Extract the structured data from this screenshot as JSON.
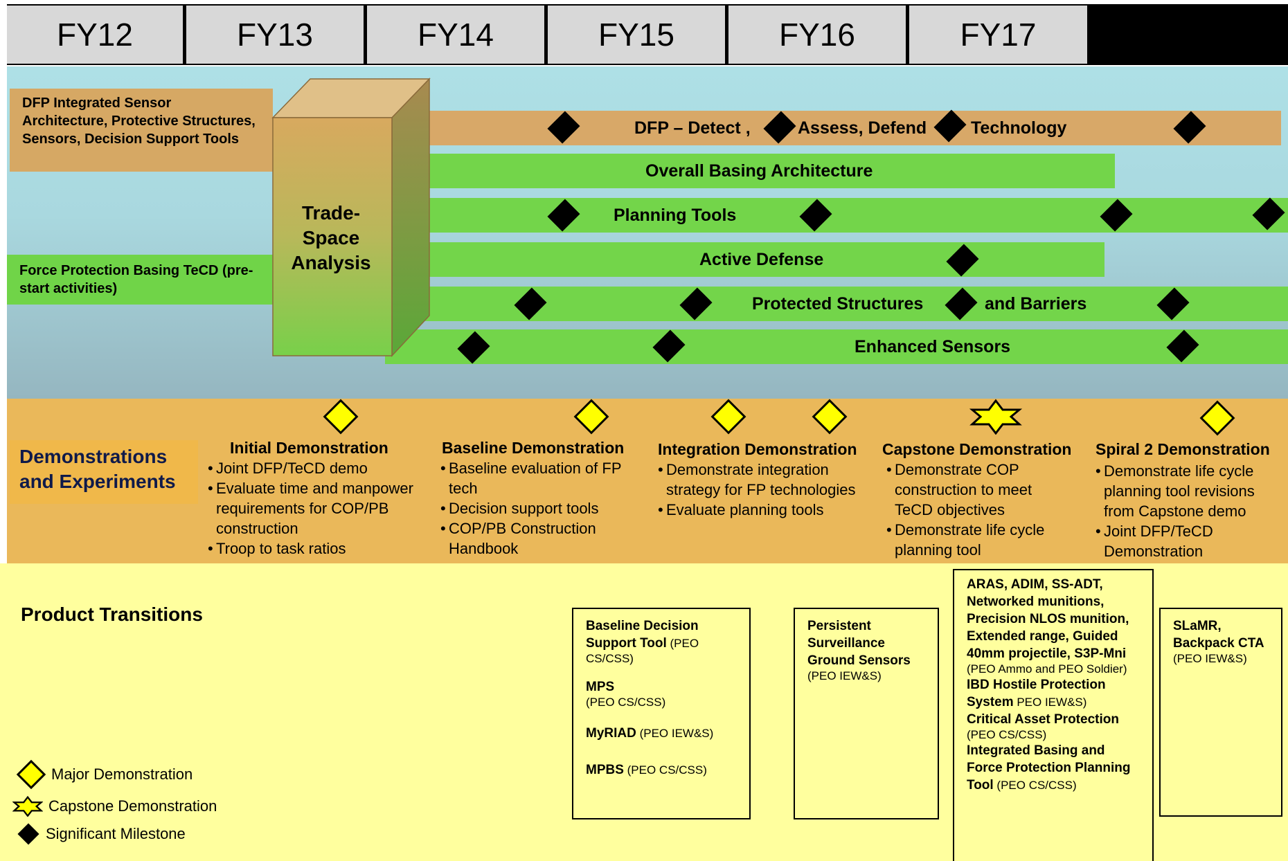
{
  "header": {
    "years": [
      "FY12",
      "FY13",
      "FY14",
      "FY15",
      "FY16",
      "FY17"
    ]
  },
  "labels": {
    "dfp": "DFP Integrated Sensor Architecture, Protective Structures, Sensors, Decision Support Tools",
    "tecd": "Force Protection Basing TeCD (pre-start activities)",
    "trade": "Trade-Space Analysis"
  },
  "bars": {
    "dfp_a": "DFP – Detect ,",
    "dfp_b": "Assess, Defend",
    "dfp_c": "Technology",
    "overall": "Overall Basing Architecture",
    "planning": "Planning Tools",
    "active": "Active Defense",
    "protected_a": "Protected Structures",
    "protected_b": "and Barriers",
    "sensors": "Enhanced Sensors"
  },
  "demos": {
    "section_title": "Demonstrations and Experiments",
    "items": [
      {
        "title": "Initial Demonstration",
        "bullets": [
          "Joint DFP/TeCD demo",
          "Evaluate time and manpower requirements for  COP/PB construction",
          "Troop to task ratios"
        ]
      },
      {
        "title": "Baseline Demonstration",
        "bullets": [
          "Baseline evaluation of FP tech",
          "Decision support tools",
          "COP/PB Construction Handbook"
        ]
      },
      {
        "title": "Integration Demonstration",
        "bullets": [
          "Demonstrate integration strategy for FP technologies",
          "Evaluate planning tools"
        ]
      },
      {
        "title": "Capstone Demonstration",
        "bullets": [
          "Demonstrate COP construction to meet TeCD objectives",
          "Demonstrate life cycle planning tool"
        ]
      },
      {
        "title": "Spiral 2 Demonstration",
        "bullets": [
          "Demonstrate life cycle planning tool revisions from Capstone demo",
          "Joint DFP/TeCD Demonstration"
        ]
      }
    ]
  },
  "products": {
    "section_title": "Product Transitions",
    "box1": {
      "l1b": "Baseline Decision Support Tool",
      "l1n": " (PEO CS/CSS)",
      "l2b": "MPS",
      "l2n": "(PEO CS/CSS)",
      "l3b": "MyRIAD",
      "l3n": " (PEO IEW&S)",
      "l4b": "MPBS",
      "l4n": " (PEO CS/CSS)"
    },
    "box2": {
      "l1b": "Persistent Surveillance Ground Sensors",
      "l1n": "(PEO IEW&S)"
    },
    "box3": {
      "l1b": "ARAS, ADIM, SS-ADT, Networked munitions, Precision NLOS munition, Extended range, Guided 40mm projectile, S3P-Mni",
      "l1n": "(PEO Ammo and PEO Soldier)",
      "l2b": "IBD Hostile Protection System",
      "l2n": " PEO IEW&S)",
      "l3b": "Critical Asset Protection",
      "l3n": "(PEO CS/CSS)",
      "l4b": "Integrated Basing and Force Protection Planning Tool",
      "l4n": " (PEO CS/CSS)"
    },
    "box4": {
      "l1b": "SLaMR, Backpack CTA",
      "l1n": "(PEO IEW&S)"
    }
  },
  "legend": {
    "major": "Major Demonstration",
    "capstone": "Capstone Demonstration",
    "milestone": "Significant Milestone"
  },
  "colors": {
    "tan": "#d8a868",
    "green": "#73d54a",
    "yellow": "#ffff00",
    "demo_band": "#eab85a",
    "product_band": "#ffff9e"
  }
}
